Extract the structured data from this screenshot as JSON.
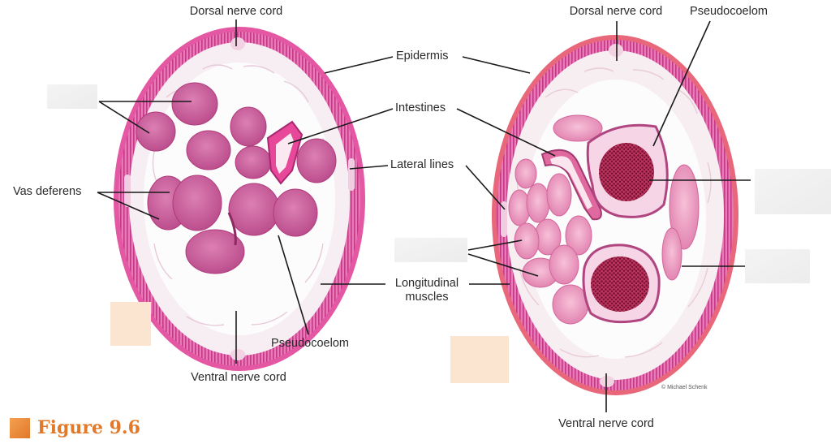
{
  "labels": {
    "left_dorsal": "Dorsal nerve cord",
    "left_vas_deferens": "Vas deferens",
    "left_pseudocoelom": "Pseudocoelom",
    "left_ventral": "Ventral nerve cord",
    "center_epidermis": "Epidermis",
    "center_intestines": "Intestines",
    "center_lateral_lines": "Lateral lines",
    "center_longitudinal": "Longitudinal muscles",
    "right_dorsal": "Dorsal nerve cord",
    "right_pseudocoelom": "Pseudocoelom",
    "right_ventral": "Ventral nerve cord"
  },
  "credit": "© Michael Schenk",
  "figure_caption": "Figure 9.6",
  "colors": {
    "cuticle": "#dc4a9a",
    "tissue": "#c84a90",
    "egg_dark": "#8e1a3e",
    "leader_line": "#1a1a1a",
    "blank_grey": "#f0f0f0",
    "blank_peach": "#fbe6d2",
    "caption_orange": "#e07a2a"
  }
}
